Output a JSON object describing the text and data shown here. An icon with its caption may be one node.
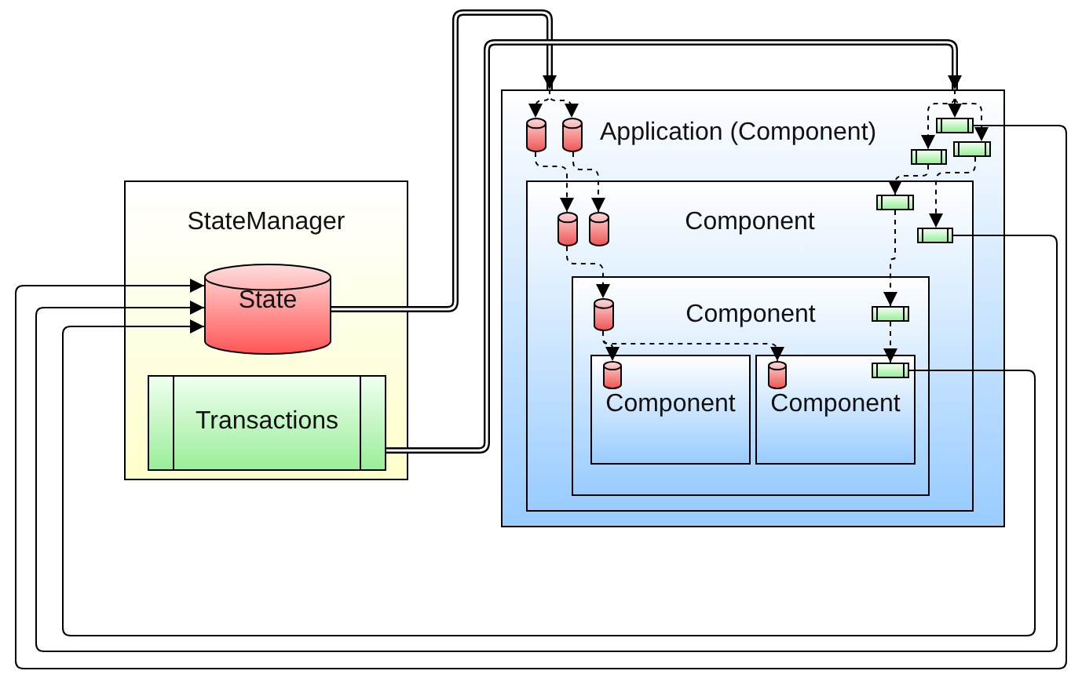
{
  "diagram": {
    "nodes": [
      {
        "text": [
          "StateManager"
        ]
      },
      {
        "text": [
          "State"
        ],
        "in": 0
      },
      {
        "text": [
          "Transactions"
        ],
        "in": 0
      },
      {
        "text": [
          "Application (Component)"
        ]
      },
      {
        "text": [
          "Component"
        ],
        "in": 3
      },
      {
        "text": [
          "Component"
        ],
        "in": 4
      },
      {
        "text": [
          "Component"
        ],
        "in": 5
      },
      {
        "text": [
          "Component"
        ],
        "in": 5
      },
      {
        "text": [],
        "shape": "cylinder",
        "in": 3
      },
      {
        "text": [],
        "shape": "cylinder",
        "in": 3
      },
      {
        "text": [],
        "shape": "bar",
        "in": 3
      },
      {
        "text": [],
        "shape": "bar",
        "in": 3
      },
      {
        "text": [],
        "shape": "bar",
        "in": 3
      },
      {
        "text": [],
        "shape": "cylinder",
        "in": 4
      },
      {
        "text": [],
        "shape": "cylinder",
        "in": 4
      },
      {
        "text": [],
        "shape": "bar",
        "in": 4
      },
      {
        "text": [],
        "shape": "bar",
        "in": 4
      },
      {
        "text": [],
        "shape": "cylinder",
        "in": 5
      },
      {
        "text": [],
        "shape": "bar",
        "in": 5
      },
      {
        "text": [],
        "shape": "cylinder",
        "in": 6
      },
      {
        "text": [],
        "shape": "cylinder",
        "in": 7
      },
      {
        "text": [],
        "shape": "bar",
        "in": 7
      }
    ],
    "edges": [
      {
        "from": 1,
        "to": 3,
        "arrow": "to",
        "style": "thick"
      },
      {
        "from": 2,
        "to": 3,
        "arrow": "to",
        "style": "thick"
      },
      {
        "from": 3,
        "to": 8,
        "arrow": "to",
        "style": "dashed"
      },
      {
        "from": 3,
        "to": 9,
        "arrow": "to",
        "style": "dashed"
      },
      {
        "from": 3,
        "to": 10,
        "arrow": "to",
        "style": "dashed"
      },
      {
        "from": 3,
        "to": 11,
        "arrow": "to",
        "style": "dashed"
      },
      {
        "from": 3,
        "to": 12,
        "arrow": "to",
        "style": "dashed"
      },
      {
        "from": 8,
        "to": 13,
        "arrow": "to",
        "style": "dashed"
      },
      {
        "from": 9,
        "to": 14,
        "arrow": "to",
        "style": "dashed"
      },
      {
        "from": 11,
        "to": 15,
        "arrow": "to",
        "style": "dashed"
      },
      {
        "from": 12,
        "to": 16,
        "arrow": "to",
        "style": "dashed"
      },
      {
        "from": 13,
        "to": 17,
        "arrow": "to",
        "style": "dashed"
      },
      {
        "from": 15,
        "to": 18,
        "arrow": "to",
        "style": "dashed"
      },
      {
        "from": 18,
        "to": 21,
        "arrow": "to",
        "style": "dashed"
      },
      {
        "from": 17,
        "to": 19,
        "arrow": "to",
        "style": "dashed"
      },
      {
        "from": 17,
        "to": 20,
        "arrow": "to",
        "style": "dashed"
      },
      {
        "from": 10,
        "to": 1,
        "arrow": "to"
      },
      {
        "from": 16,
        "to": 1,
        "arrow": "to"
      },
      {
        "from": 21,
        "to": 1,
        "arrow": "to"
      }
    ]
  }
}
